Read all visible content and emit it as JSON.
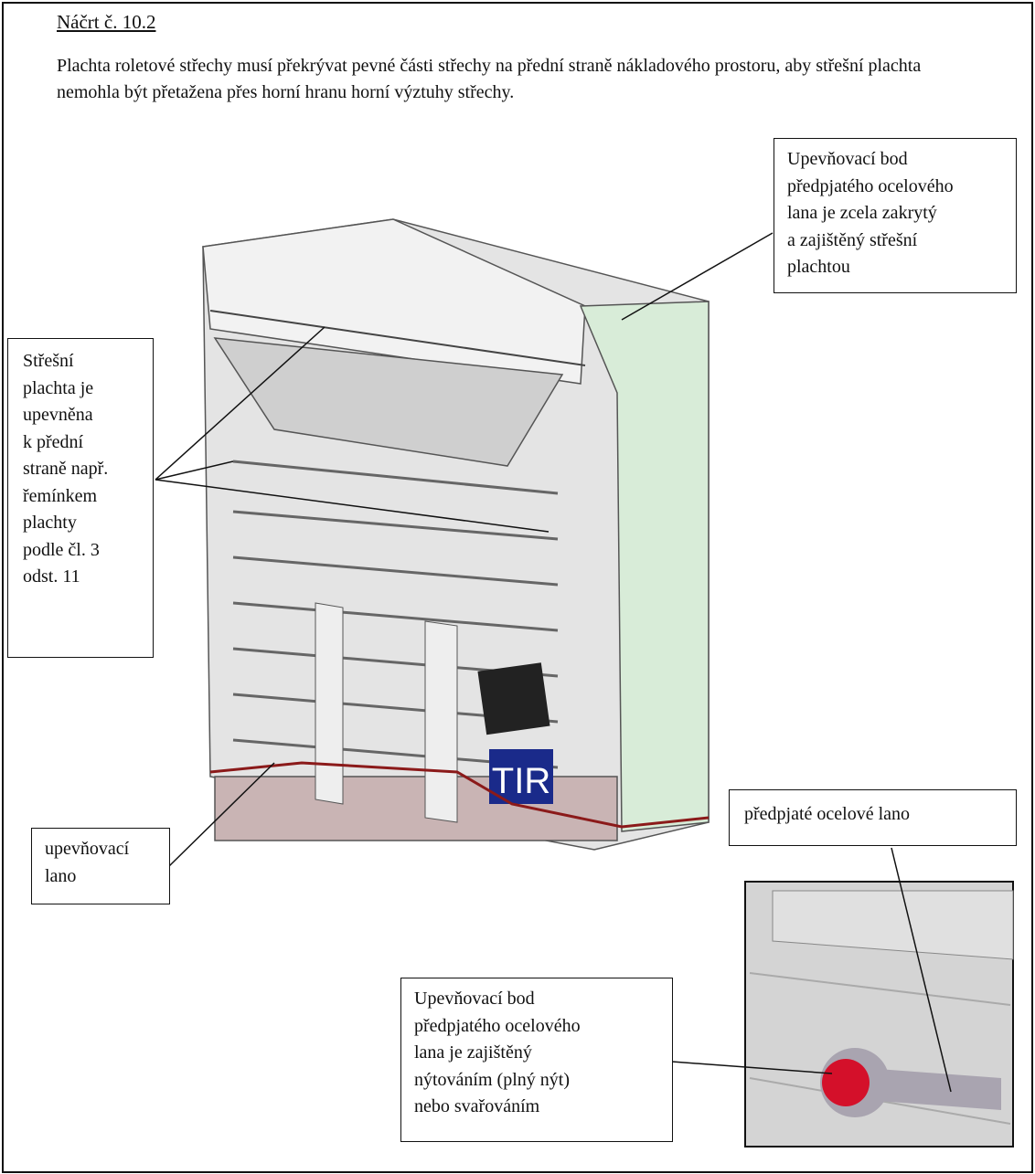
{
  "heading": "Náčrt č. 10.2",
  "intro": "Plachta roletové střechy musí překrývat pevné části střechy na přední straně nákladového prostoru, aby střešní plachta nemohla být přetažena přes horní hranu horní výztuhy střechy.",
  "callouts": {
    "top_right": "Upevňovací bod\npředpjatého ocelového\nlana je zcela zakrytý\na zajištěný střešní\nplachtou",
    "left": "Střešní\nplachta je\nupevněna\nk přední\nstraně např.\nřemínkem\nplachty\npodle čl. 3\nodst. 11",
    "bottom_left": "upevňovací\nlano",
    "right": "předpjaté ocelové lano",
    "bottom": "Upevňovací bod\npředpjatého ocelového\nlana je zajištěný\nnýtováním (plný nýt)\nnebo svařováním"
  },
  "drawing": {
    "plate_label": "TIR"
  }
}
